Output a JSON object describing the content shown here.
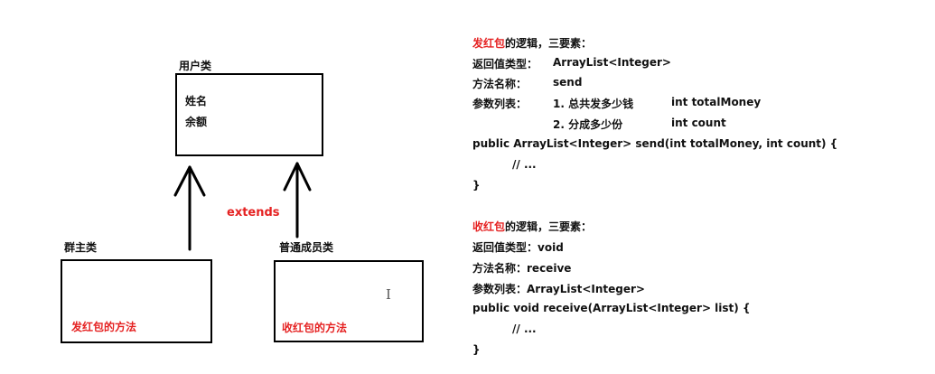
{
  "diagram": {
    "user_class": {
      "title": "用户类",
      "fields": [
        "姓名",
        "余额"
      ]
    },
    "extends_label": "extends",
    "owner_class": {
      "title": "群主类",
      "method": "发红包的方法"
    },
    "member_class": {
      "title": "普通成员类",
      "method": "收红包的方法"
    },
    "cursor_glyph": "I"
  },
  "colors": {
    "accent": "#e52222",
    "text": "#111111"
  },
  "send": {
    "heading_accent": "发红包",
    "heading_rest": "的逻辑，三要素：",
    "return_label": "返回值类型：",
    "return_value": "ArrayList<Integer>",
    "name_label": "方法名称：",
    "name_value": "send",
    "params_label": "参数列表：",
    "param1_desc": "1. 总共发多少钱",
    "param1_type": "int totalMoney",
    "param2_desc": "2. 分成多少份",
    "param2_type": "int count",
    "signature": "public ArrayList<Integer> send(int totalMoney, int count) {",
    "body": "// ...",
    "close": "}"
  },
  "receive": {
    "heading_accent": "收红包",
    "heading_rest": "的逻辑，三要素：",
    "return_label": "返回值类型：",
    "return_value": "void",
    "name_label": "方法名称：",
    "name_value": "receive",
    "params_label": "参数列表：",
    "params_value": "ArrayList<Integer>",
    "signature": "public void receive(ArrayList<Integer> list) {",
    "body": "// ...",
    "close": "}"
  }
}
